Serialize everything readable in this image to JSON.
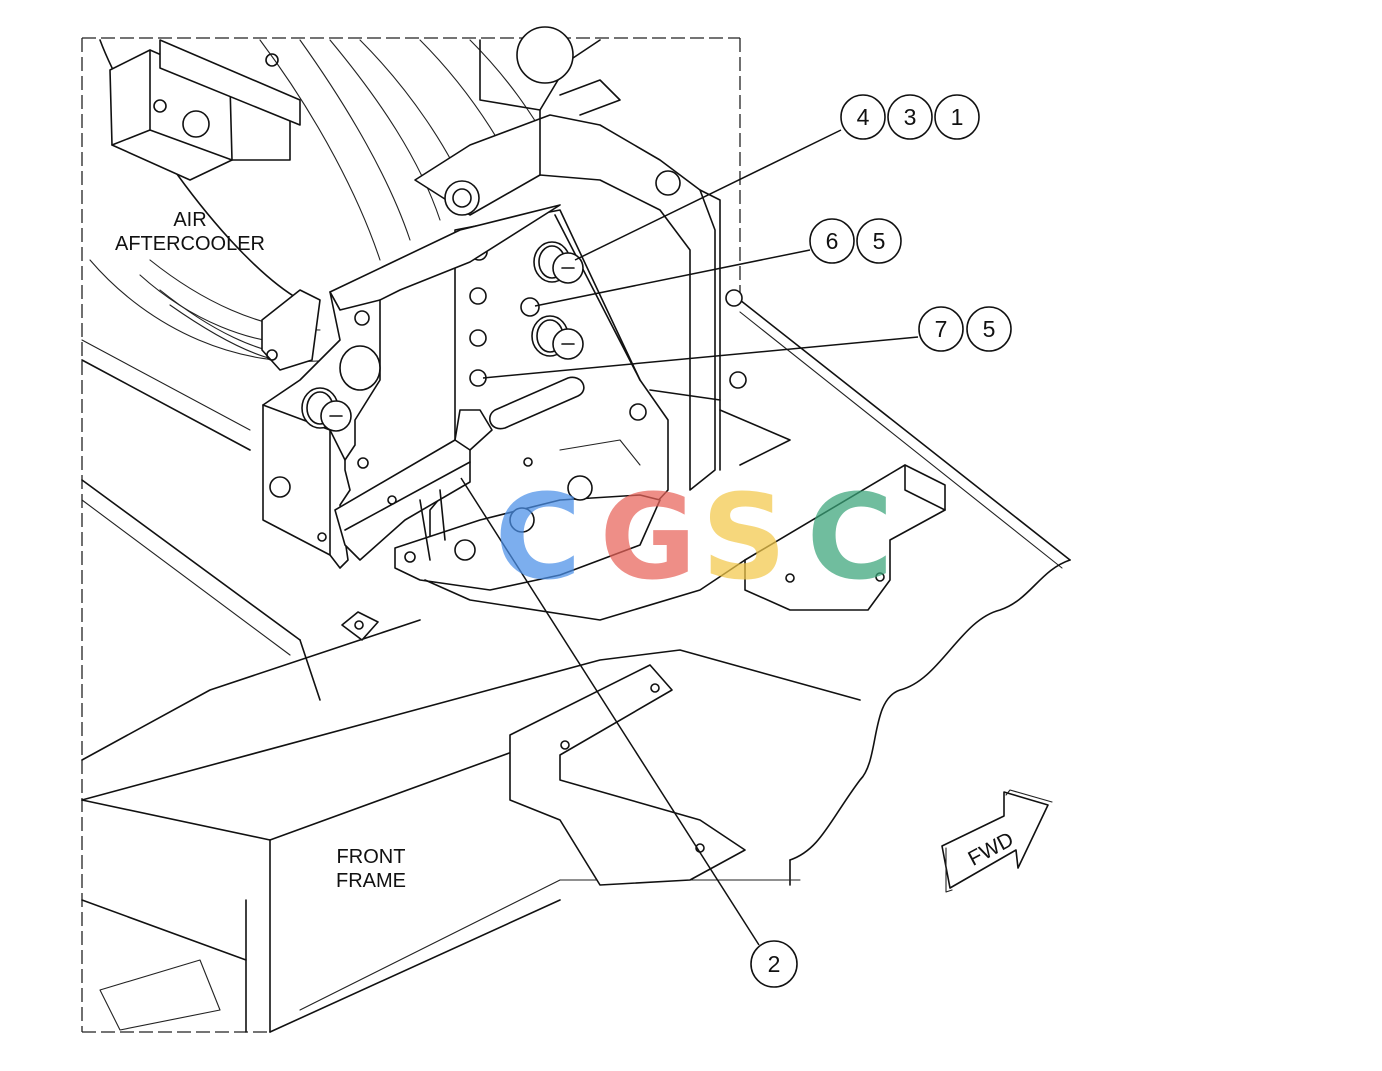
{
  "labels": {
    "air_aftercooler_line1": "AIR",
    "air_aftercooler_line2": "AFTERCOOLER",
    "front_frame_line1": "FRONT",
    "front_frame_line2": "FRAME",
    "fwd": "FWD"
  },
  "callouts": [
    {
      "id": "group-431",
      "numbers": [
        "4",
        "3",
        "1"
      ]
    },
    {
      "id": "group-65",
      "numbers": [
        "6",
        "5"
      ]
    },
    {
      "id": "group-75",
      "numbers": [
        "7",
        "5"
      ]
    },
    {
      "id": "group-2",
      "numbers": [
        "2"
      ]
    }
  ],
  "watermark": {
    "letters": [
      "C",
      "G",
      "S",
      "C"
    ],
    "colors": [
      "#4a8fe8",
      "#e8635a",
      "#f3c94a",
      "#3aa57a"
    ]
  }
}
